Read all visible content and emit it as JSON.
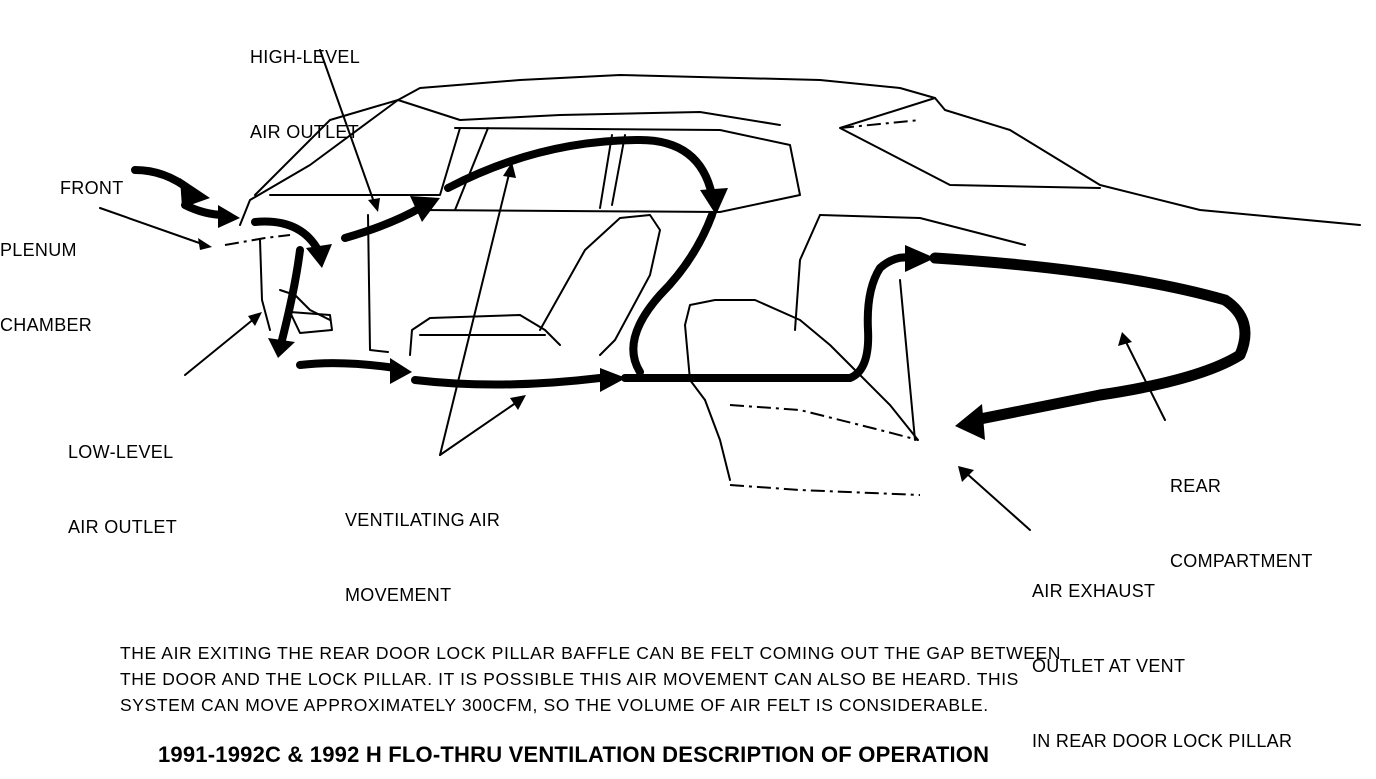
{
  "labels": {
    "high_level_line1": "HIGH-LEVEL",
    "high_level_line2": "AIR OUTLET",
    "front": "FRONT",
    "plenum_line1": "PLENUM",
    "plenum_line2": "CHAMBER",
    "low_level_line1": "LOW-LEVEL",
    "low_level_line2": "AIR OUTLET",
    "ventilating_line1": "VENTILATING AIR",
    "ventilating_line2": "MOVEMENT",
    "rear_line1": "REAR",
    "rear_line2": "COMPARTMENT",
    "exhaust_line1": "AIR EXHAUST",
    "exhaust_line2": "OUTLET AT VENT",
    "exhaust_line3": "IN REAR DOOR LOCK PILLAR"
  },
  "description": {
    "line1": "THE AIR EXITING THE REAR DOOR LOCK PILLAR BAFFLE CAN BE FELT COMING OUT THE GAP BETWEEN",
    "line2": "THE DOOR AND THE LOCK PILLAR. IT IS POSSIBLE THIS AIR MOVEMENT CAN ALSO BE HEARD. THIS",
    "line3": "SYSTEM CAN MOVE APPROXIMATELY 300CFM, SO THE VOLUME OF AIR FELT IS CONSIDERABLE."
  },
  "caption": "1991-1992C & 1992 H FLO-THRU VENTILATION DESCRIPTION OF OPERATION"
}
